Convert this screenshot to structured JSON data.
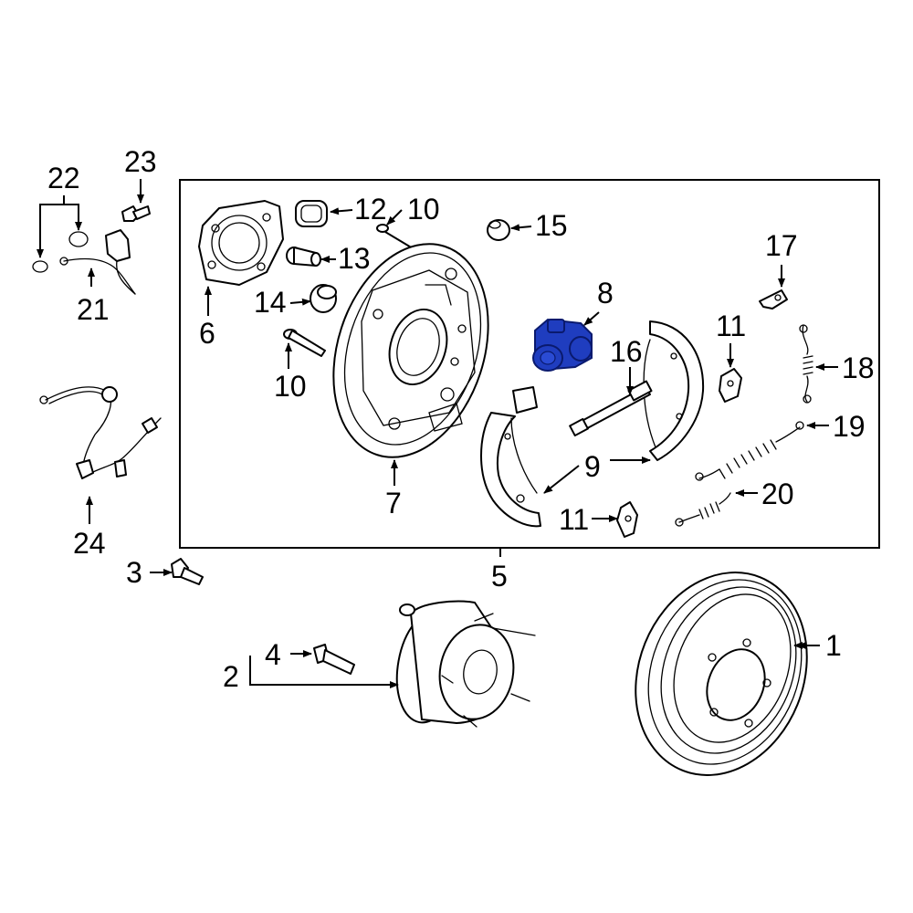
{
  "diagram": {
    "highlight_color": "#1f3dbf",
    "callouts": [
      {
        "id": "c1",
        "label": "1"
      },
      {
        "id": "c2",
        "label": "2"
      },
      {
        "id": "c3",
        "label": "3"
      },
      {
        "id": "c4",
        "label": "4"
      },
      {
        "id": "c5",
        "label": "5"
      },
      {
        "id": "c6",
        "label": "6"
      },
      {
        "id": "c7",
        "label": "7"
      },
      {
        "id": "c8",
        "label": "8"
      },
      {
        "id": "c9",
        "label": "9"
      },
      {
        "id": "c10a",
        "label": "10"
      },
      {
        "id": "c10b",
        "label": "10"
      },
      {
        "id": "c11a",
        "label": "11"
      },
      {
        "id": "c11b",
        "label": "11"
      },
      {
        "id": "c12",
        "label": "12"
      },
      {
        "id": "c13",
        "label": "13"
      },
      {
        "id": "c14",
        "label": "14"
      },
      {
        "id": "c15",
        "label": "15"
      },
      {
        "id": "c16",
        "label": "16"
      },
      {
        "id": "c17",
        "label": "17"
      },
      {
        "id": "c18",
        "label": "18"
      },
      {
        "id": "c19",
        "label": "19"
      },
      {
        "id": "c20",
        "label": "20"
      },
      {
        "id": "c21",
        "label": "21"
      },
      {
        "id": "c22",
        "label": "22"
      },
      {
        "id": "c23",
        "label": "23"
      },
      {
        "id": "c24",
        "label": "24"
      }
    ]
  }
}
